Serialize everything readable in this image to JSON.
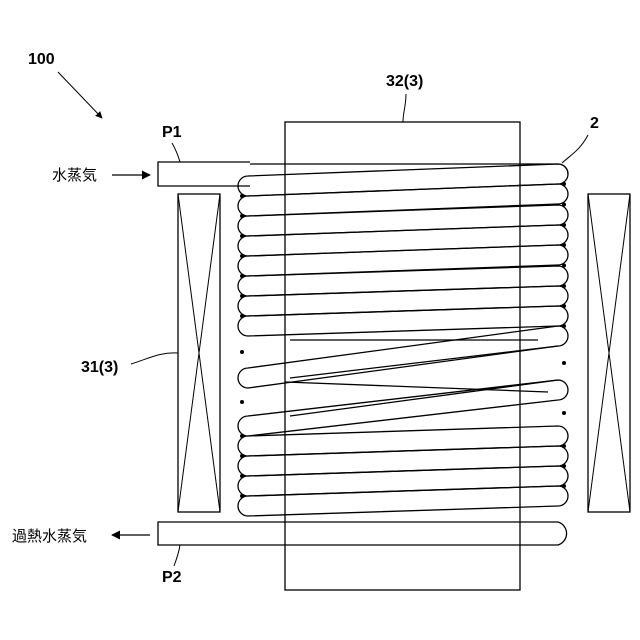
{
  "labels": {
    "device": "100",
    "inlet_pipe": "P1",
    "outlet_pipe": "P2",
    "coil": "2",
    "inner_core": "32(3)",
    "outer_coil": "31(3)"
  },
  "flow": {
    "inlet": "水蒸気",
    "outlet": "過熱水蒸気"
  }
}
